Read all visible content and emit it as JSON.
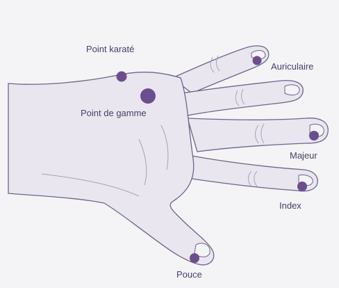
{
  "colors": {
    "background": "#f4f3f6",
    "skin": "#e9e6ef",
    "outline": "#6e6488",
    "crease": "#a99fbd",
    "point": "#6c4e8e",
    "label": "#4b4066"
  },
  "points": [
    {
      "id": "point-karate",
      "label": "Point karaté"
    },
    {
      "id": "point-de-gamme",
      "label": "Point de gamme"
    },
    {
      "id": "auriculaire",
      "label": "Auriculaire"
    },
    {
      "id": "majeur",
      "label": "Majeur"
    },
    {
      "id": "index",
      "label": "Index"
    },
    {
      "id": "pouce",
      "label": "Pouce"
    }
  ]
}
